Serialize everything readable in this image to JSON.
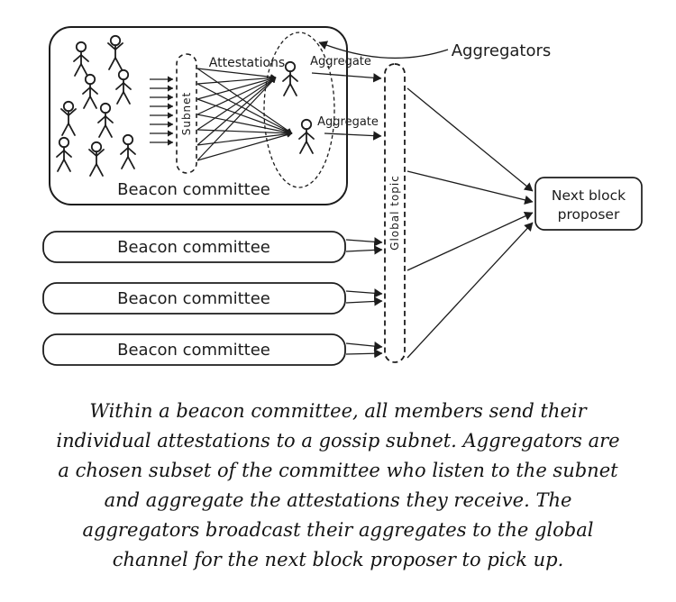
{
  "diagram": {
    "committees": [
      {
        "label": "Beacon committee"
      },
      {
        "label": "Beacon committee"
      },
      {
        "label": "Beacon committee"
      },
      {
        "label": "Beacon committee"
      }
    ],
    "subnet": {
      "label": "Subnet"
    },
    "attestations_label": "Attestations",
    "aggregators": {
      "pointer_label": "Aggregators",
      "aggregate_labels": [
        "Aggregate",
        "Aggregate"
      ]
    },
    "global_topic": {
      "label": "Global topic"
    },
    "proposer": {
      "line1": "Next block",
      "line2": "proposer"
    }
  },
  "caption": {
    "lines": [
      "Within a beacon committee, all members send their",
      "individual attestations to a gossip subnet. Aggregators are",
      "a chosen subset of the committee who listen to the subnet",
      "and aggregate the attestations they receive. The",
      "aggregators broadcast their aggregates to the global",
      "channel for the next block proposer to pick up."
    ]
  },
  "colors": {
    "ink": "#1c1c1c",
    "background": "#ffffff"
  }
}
